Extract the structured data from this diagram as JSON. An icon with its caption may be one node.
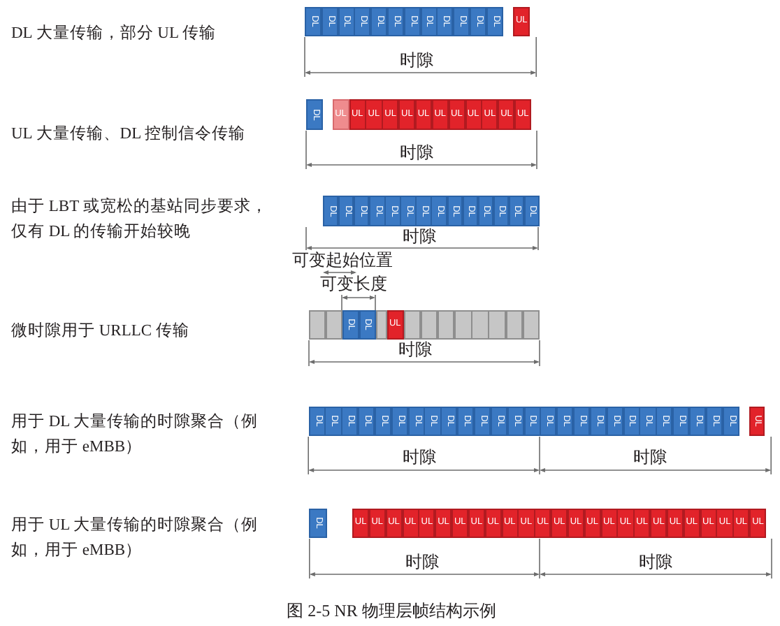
{
  "diagram": {
    "caption": "图 2-5 NR 物理层帧结构示例",
    "nodes": [
      {
        "text": [
          "DL"
        ]
      },
      {
        "text": [
          "DL"
        ]
      },
      {
        "text": [
          "DL"
        ]
      },
      {
        "text": [
          "DL"
        ]
      },
      {
        "text": [
          "DL"
        ]
      },
      {
        "text": [
          "DL"
        ]
      },
      {
        "text": [
          "DL"
        ]
      },
      {
        "text": [
          "DL"
        ]
      },
      {
        "text": [
          "DL"
        ]
      },
      {
        "text": [
          "DL"
        ]
      },
      {
        "text": [
          "DL"
        ]
      },
      {
        "text": [
          "DL"
        ]
      },
      {
        "text": [
          "UL"
        ]
      },
      {
        "text": [
          "DL"
        ]
      },
      {
        "text": [
          "UL"
        ]
      },
      {
        "text": [
          "UL"
        ]
      },
      {
        "text": [
          "UL"
        ]
      },
      {
        "text": [
          "UL"
        ]
      },
      {
        "text": [
          "UL"
        ]
      },
      {
        "text": [
          "UL"
        ]
      },
      {
        "text": [
          "UL"
        ]
      },
      {
        "text": [
          "UL"
        ]
      },
      {
        "text": [
          "UL"
        ]
      },
      {
        "text": [
          "UL"
        ]
      },
      {
        "text": [
          "UL"
        ]
      },
      {
        "text": [
          "UL"
        ]
      },
      {
        "text": [
          "DL"
        ]
      },
      {
        "text": [
          "DL"
        ]
      },
      {
        "text": [
          "DL"
        ]
      },
      {
        "text": [
          "DL"
        ]
      },
      {
        "text": [
          "DL"
        ]
      },
      {
        "text": [
          "DL"
        ]
      },
      {
        "text": [
          "DL"
        ]
      },
      {
        "text": [
          "DL"
        ]
      },
      {
        "text": [
          "DL"
        ]
      },
      {
        "text": [
          "DL"
        ]
      },
      {
        "text": [
          "DL"
        ]
      },
      {
        "text": [
          "DL"
        ]
      },
      {
        "text": [
          "DL"
        ]
      },
      {
        "text": [
          "DL"
        ]
      },
      {
        "text": [],
        "shape": "box"
      },
      {
        "text": [],
        "shape": "box"
      },
      {
        "text": [
          "DL"
        ]
      },
      {
        "text": [
          "DL"
        ]
      },
      {
        "text": [],
        "shape": "box"
      },
      {
        "text": [
          "UL"
        ]
      },
      {
        "text": [],
        "shape": "box"
      },
      {
        "text": [],
        "shape": "box"
      },
      {
        "text": [],
        "shape": "box"
      },
      {
        "text": [],
        "shape": "box"
      },
      {
        "text": [],
        "shape": "box"
      },
      {
        "text": [],
        "shape": "box"
      },
      {
        "text": [],
        "shape": "box"
      },
      {
        "text": [],
        "shape": "box"
      },
      {
        "text": [
          "DL"
        ]
      },
      {
        "text": [
          "DL"
        ]
      },
      {
        "text": [
          "DL"
        ]
      },
      {
        "text": [
          "DL"
        ]
      },
      {
        "text": [
          "DL"
        ]
      },
      {
        "text": [
          "DL"
        ]
      },
      {
        "text": [
          "DL"
        ]
      },
      {
        "text": [
          "DL"
        ]
      },
      {
        "text": [
          "DL"
        ]
      },
      {
        "text": [
          "DL"
        ]
      },
      {
        "text": [
          "DL"
        ]
      },
      {
        "text": [
          "DL"
        ]
      },
      {
        "text": [
          "DL"
        ]
      },
      {
        "text": [
          "DL"
        ]
      },
      {
        "text": [
          "DL"
        ]
      },
      {
        "text": [
          "DL"
        ]
      },
      {
        "text": [
          "DL"
        ]
      },
      {
        "text": [
          "DL"
        ]
      },
      {
        "text": [
          "DL"
        ]
      },
      {
        "text": [
          "DL"
        ]
      },
      {
        "text": [
          "DL"
        ]
      },
      {
        "text": [
          "DL"
        ]
      },
      {
        "text": [
          "DL"
        ]
      },
      {
        "text": [
          "DL"
        ]
      },
      {
        "text": [
          "DL"
        ]
      },
      {
        "text": [
          "DL"
        ]
      },
      {
        "text": [
          "UL"
        ]
      },
      {
        "text": [
          "DL"
        ]
      },
      {
        "text": [
          "UL"
        ]
      },
      {
        "text": [
          "UL"
        ]
      },
      {
        "text": [
          "UL"
        ]
      },
      {
        "text": [
          "UL"
        ]
      },
      {
        "text": [
          "UL"
        ]
      },
      {
        "text": [
          "UL"
        ]
      },
      {
        "text": [
          "UL"
        ]
      },
      {
        "text": [
          "UL"
        ]
      },
      {
        "text": [
          "UL"
        ]
      },
      {
        "text": [
          "UL"
        ]
      },
      {
        "text": [
          "UL"
        ]
      },
      {
        "text": [
          "UL"
        ]
      },
      {
        "text": [
          "UL"
        ]
      },
      {
        "text": [
          "UL"
        ]
      },
      {
        "text": [
          "UL"
        ]
      },
      {
        "text": [
          "UL"
        ]
      },
      {
        "text": [
          "UL"
        ]
      },
      {
        "text": [
          "UL"
        ]
      },
      {
        "text": [
          "UL"
        ]
      },
      {
        "text": [
          "UL"
        ]
      },
      {
        "text": [
          "UL"
        ]
      },
      {
        "text": [
          "UL"
        ]
      },
      {
        "text": [
          "UL"
        ]
      },
      {
        "text": [
          "UL"
        ]
      },
      {
        "text": [
          "UL"
        ]
      }
    ],
    "labels": [
      "DL 大量传输，部分 UL 传输",
      "时隙",
      "UL 大量传输、DL 控制信令传输",
      "时隙",
      "由于 LBT 或宽松的基站同步要求，仅有 DL 的传输开始较晚",
      "时隙",
      "可变起始位置",
      "可变长度",
      "微时隙用于 URLLC 传输",
      "时隙",
      "用于 DL 大量传输的时隙聚合（例如，用于 eMBB）",
      "时隙",
      "时隙",
      "用于 UL 大量传输的时隙聚合（例如，用于 eMBB）",
      "时隙",
      "时隙"
    ]
  }
}
